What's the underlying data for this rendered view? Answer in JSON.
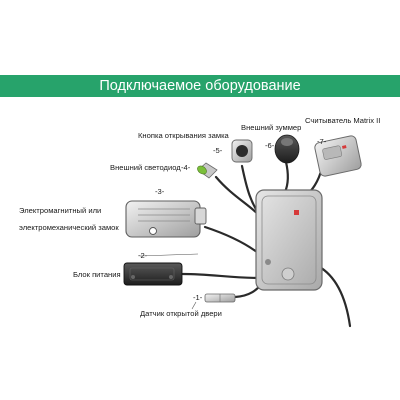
{
  "title": "Подключаемое оборудование",
  "labels": {
    "open_button": "Кнопка открывания замка",
    "external_buzzer": "Внешний зуммер",
    "reader": "Считыватель Matrix II",
    "external_led": "Внешний светодиод",
    "lock_line1": "Электромагнитный или",
    "lock_line2": "электромеханический замок",
    "power_supply": "Блок питания",
    "door_sensor": "Датчик открытой двери"
  },
  "markers": {
    "door_sensor": "-1-",
    "power_supply": "-2-",
    "lock": "-3-",
    "led": "-4-",
    "button": "-5-",
    "buzzer": "-6-",
    "reader": "-7-"
  },
  "colors": {
    "banner": "#27a36b",
    "controller_led": "#d63a3a",
    "led_green": "#7bbf3a"
  }
}
